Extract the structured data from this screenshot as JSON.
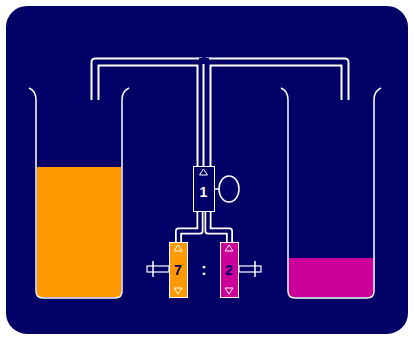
{
  "diagram": {
    "nodes": [
      {
        "text": [
          "1"
        ]
      },
      {
        "text": [
          "7"
        ]
      },
      {
        "text": [
          "2"
        ]
      }
    ],
    "edges": [
      {
        "from": 1,
        "to": 0,
        "arrow": "none"
      },
      {
        "from": 2,
        "to": 0,
        "arrow": "none"
      }
    ],
    "labels": [
      ":"
    ]
  }
}
